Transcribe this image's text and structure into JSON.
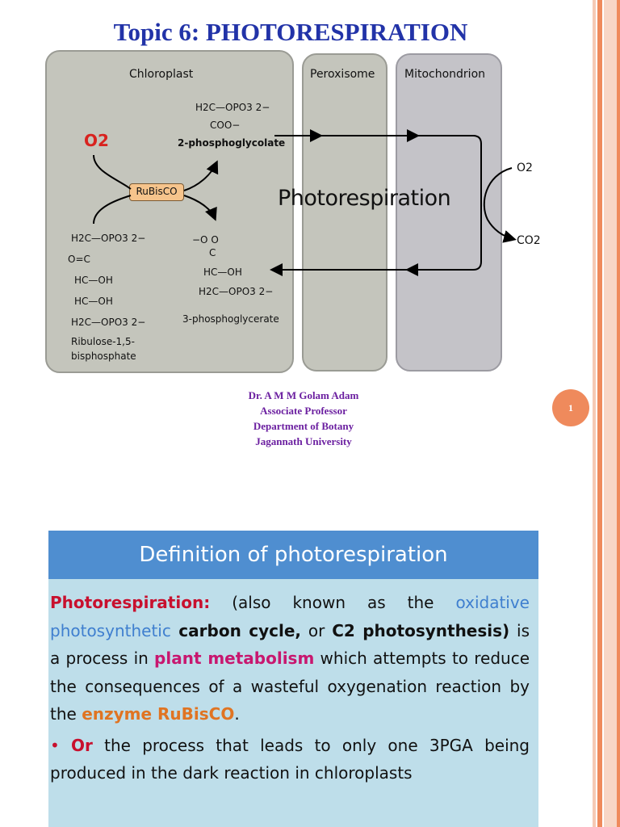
{
  "slide1": {
    "title": "Topic 6: PHOTORESPIRATION",
    "page_number": "1",
    "diagram": {
      "compartments": [
        "Chloroplast",
        "Peroxisome",
        "Mitochondrion"
      ],
      "o2_input": "O2",
      "enzyme": "RuBisCO",
      "process": "Photorespiration",
      "glycolate_line1": "H2C—OPO3 2−",
      "glycolate_line2": "COO−",
      "glycolate_name": "2-phosphoglycolate",
      "pga_line1": "−O   O",
      "pga_line2": "C",
      "pga_line3": "HC—OH",
      "pga_line4": "H2C—OPO3 2−",
      "pga_name": "3-phosphoglycerate",
      "rubp_line1": "H2C—OPO3 2−",
      "rubp_line2": "O=C",
      "rubp_line3": "HC—OH",
      "rubp_line4": "HC—OH",
      "rubp_line5": "H2C—OPO3 2−",
      "rubp_name1": "Ribulose-1,5-",
      "rubp_name2": "bisphosphate",
      "mito_o2": "O2",
      "mito_co2": "CO2"
    },
    "author": {
      "name": "Dr. A M M Golam Adam",
      "position": "Associate Professor",
      "department": "Department of Botany",
      "university": "Jagannath University"
    }
  },
  "slide2": {
    "header": "Definition of photorespiration",
    "term": "Photorespiration:",
    "t1": " (also known as the ",
    "t2": "oxidative photosynthetic",
    "t3": " carbon cycle,",
    "t4": " or ",
    "t5": "C2 photosynthesis)",
    "t6": " is a process in ",
    "t7": "plant metabolism",
    "t8": " which attempts to reduce the consequences of a wasteful oxygenation reaction by the ",
    "t9": "enzyme RuBisCO",
    "t10": ".",
    "bullet": "•",
    "or": "Or",
    "bullet_text": " the process that leads to only one 3PGA being produced in the dark reaction in chloroplasts"
  },
  "colors": {
    "title": "#2233a8",
    "author": "#6b1fa0",
    "accent": "#ef8a5c",
    "header_bg": "#4f8ed0",
    "body_bg": "#bedeea"
  }
}
